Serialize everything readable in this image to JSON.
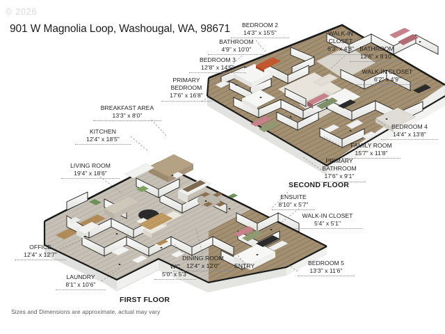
{
  "watermark": "© 2026",
  "title": "901 W Magnolia Loop, Washougal, WA, 98671",
  "disclaimer": "Sizes and Dimensions are approximate, actual may vary",
  "floors": [
    {
      "key": "second",
      "caption": "SECOND FLOOR"
    },
    {
      "key": "first",
      "caption": "FIRST FLOOR"
    }
  ],
  "colors": {
    "background": "#ffffff",
    "text": "#1f1f1f",
    "leader": "#8d8d8d",
    "wall_dark": "#1b1b1b",
    "wall_light": "#f2f2f0",
    "wall_shadow": "#d8d8d6",
    "floor_tan": "#a08c6f",
    "floor_wood_light": "#c9c3b9",
    "floor_gray": "#b9b5ae",
    "slab_side": "#e9e9e7",
    "accent_orange": "#c2572f"
  },
  "rooms": [
    {
      "id": "bedroom-2",
      "name": "BEDROOM 2",
      "dim": "14'3\" x 15'5\"",
      "floor": "second",
      "align": "center"
    },
    {
      "id": "bathroom-upper",
      "name": "BATHROOM",
      "dim": "4'9\" x 10'0\"",
      "floor": "second",
      "align": "center"
    },
    {
      "id": "bedroom-3",
      "name": "BEDROOM 3",
      "dim": "12'8\" x 14'5\"",
      "floor": "second",
      "align": "center"
    },
    {
      "id": "walk-in-closet-1",
      "name": "WALK-IN\nCLOSET",
      "dim": "6'3\" x 4'8\"",
      "floor": "second",
      "align": "center"
    },
    {
      "id": "bathroom-right",
      "name": "BATHROOM",
      "dim": "12'6\" x 8'10\"",
      "floor": "second",
      "align": "center"
    },
    {
      "id": "walk-in-closet-2",
      "name": "WALK-IN CLOSET",
      "dim": "6'2\" x 4'9\"",
      "floor": "second",
      "align": "center"
    },
    {
      "id": "bedroom-4",
      "name": "BEDROOM 4",
      "dim": "14'4\" x 13'8\"",
      "floor": "second",
      "align": "center"
    },
    {
      "id": "family-room",
      "name": "FAMILY ROOM",
      "dim": "15'7\" x 11'8\"",
      "floor": "second",
      "align": "center"
    },
    {
      "id": "primary-bathroom",
      "name": "PRIMARY\nBATHROOM",
      "dim": "17'6\" x 9'1\"",
      "floor": "second",
      "align": "center"
    },
    {
      "id": "primary-bedroom",
      "name": "PRIMARY\nBEDROOM",
      "dim": "17'6\" x 16'8\"",
      "floor": "second",
      "align": "center"
    },
    {
      "id": "ensuite",
      "name": "ENSUITE",
      "dim": "8'10\" x 5'7\"",
      "floor": "first",
      "align": "center"
    },
    {
      "id": "walk-in-closet-3",
      "name": "WALK-IN CLOSET",
      "dim": "5'4\" x 5'1\"",
      "floor": "first",
      "align": "center"
    },
    {
      "id": "bedroom-5",
      "name": "BEDROOM 5",
      "dim": "13'3\" x 11'6\"",
      "floor": "first",
      "align": "center"
    },
    {
      "id": "entry",
      "name": "ENTRY",
      "dim": "",
      "floor": "first",
      "align": "left"
    },
    {
      "id": "dining-room",
      "name": "DINING ROOM",
      "dim": "12'4\" x 12'0\"",
      "floor": "first",
      "align": "center"
    },
    {
      "id": "wc",
      "name": "WC",
      "dim": "5'0\" x 5'3\"",
      "floor": "first",
      "align": "center"
    },
    {
      "id": "laundry",
      "name": "LAUNDRY",
      "dim": "8'1\" x 10'6\"",
      "floor": "first",
      "align": "center"
    },
    {
      "id": "office",
      "name": "OFFICE",
      "dim": "12'4\" x 12'7\"",
      "floor": "first",
      "align": "center"
    },
    {
      "id": "living-room",
      "name": "LIVING ROOM",
      "dim": "19'4\" x 18'6\"",
      "floor": "first",
      "align": "center"
    },
    {
      "id": "kitchen",
      "name": "KITCHEN",
      "dim": "12'4\" x 18'5\"",
      "floor": "first",
      "align": "center"
    },
    {
      "id": "breakfast-area",
      "name": "BREAKFAST AREA",
      "dim": "13'3\" x 8'0\"",
      "floor": "first",
      "align": "center"
    }
  ]
}
